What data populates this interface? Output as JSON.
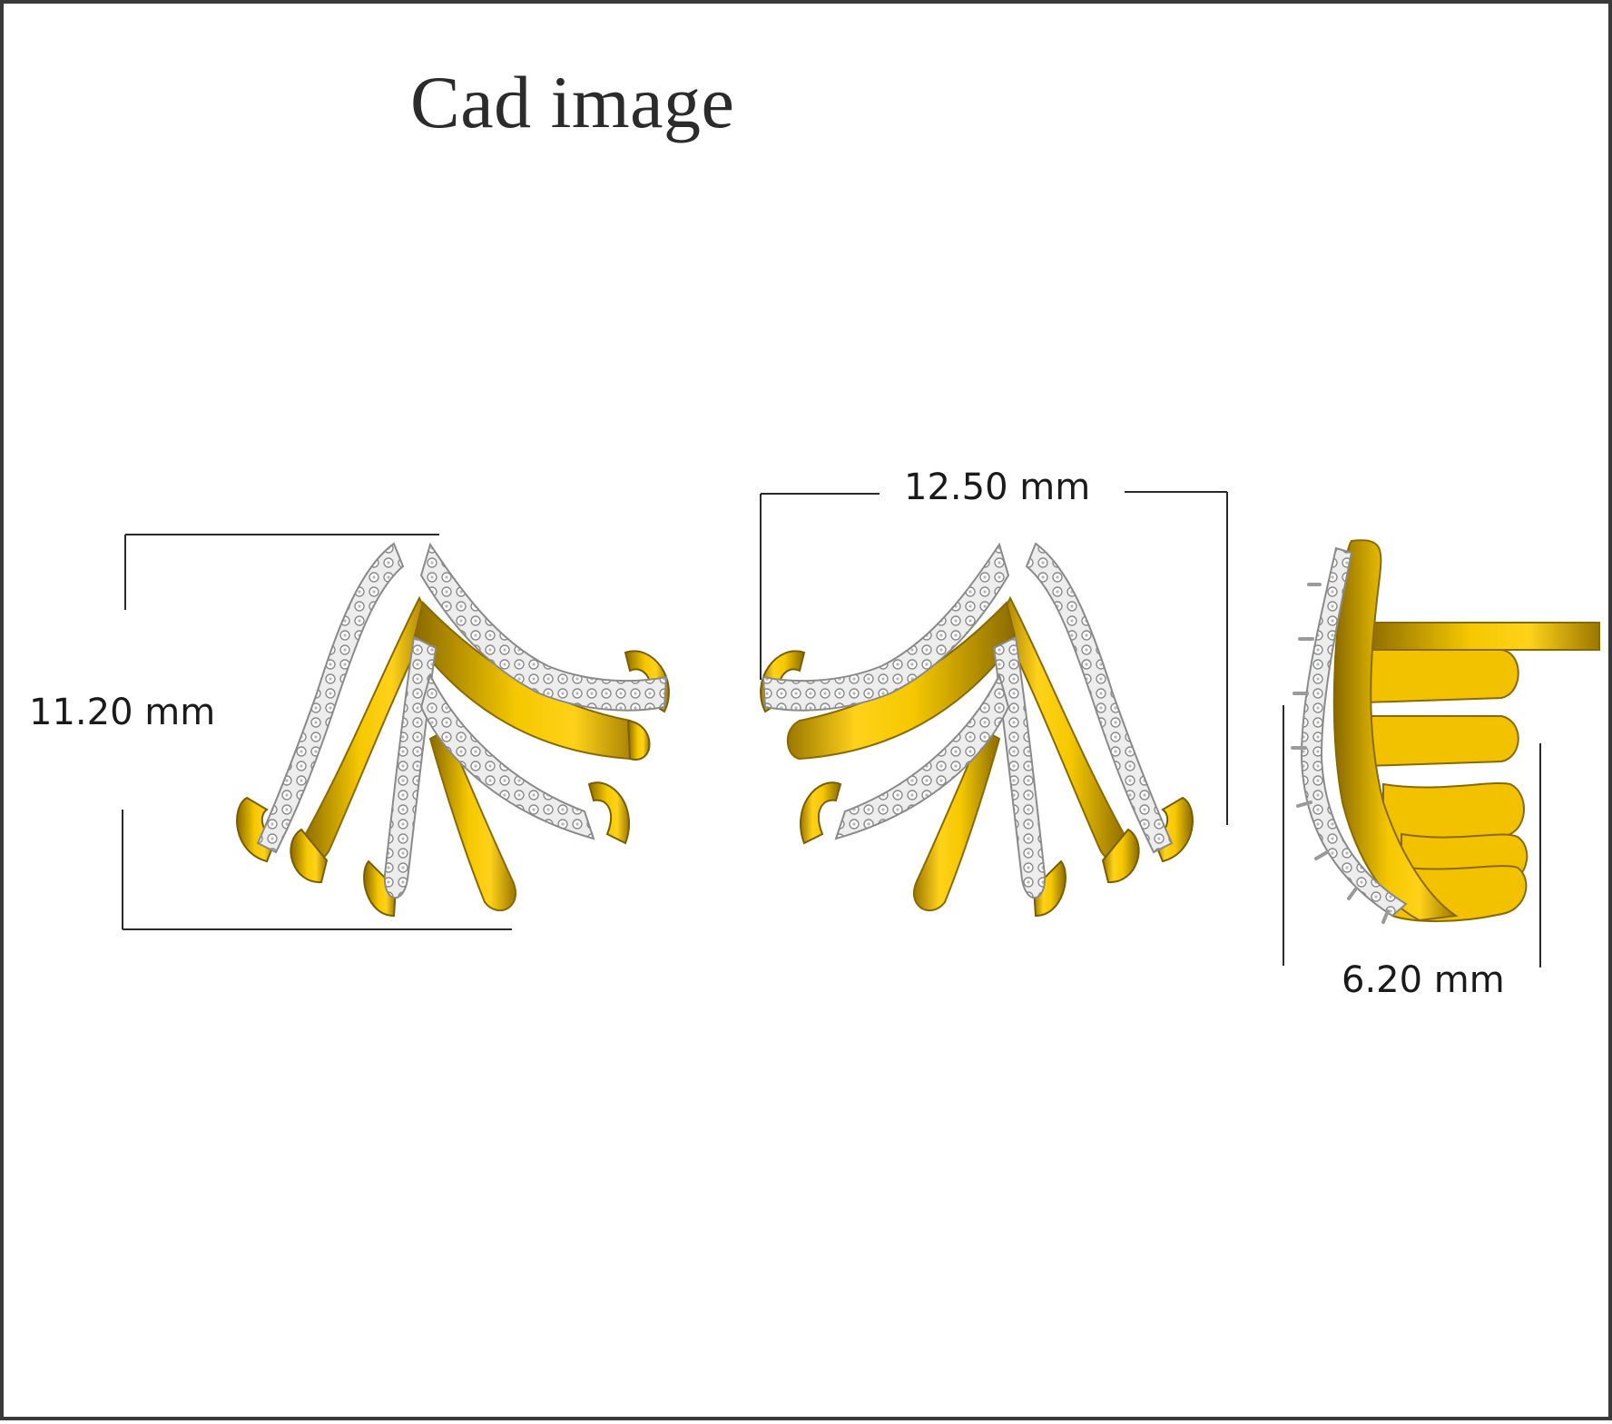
{
  "title": "Cad image",
  "dimensions": {
    "height": "11.20 mm",
    "width": "12.50 mm",
    "depth": "6.20 mm"
  },
  "colors": {
    "gold": "#f2c200",
    "gold_dark": "#a07a00",
    "white_gold": "#e2e2e2",
    "white_gold_edge": "#9a9a9a",
    "dimension_line": "#2a2a2a"
  },
  "views": [
    "front-view",
    "back-view",
    "side-view"
  ]
}
